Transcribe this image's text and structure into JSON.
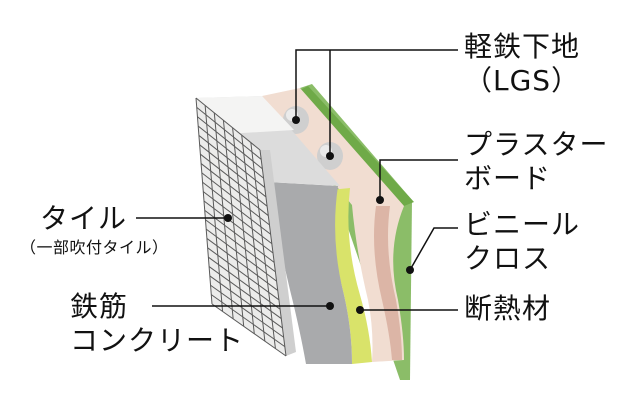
{
  "labels": {
    "lgs": "軽鉄下地\n（LGS）",
    "plasterboard": "プラスター\nボード",
    "vinyl_cloth": "ビニール\nクロス",
    "insulation": "断熱材",
    "tile": "タイル",
    "tile_note": "（一部吹付タイル）",
    "concrete": "鉄筋\nコンクリート"
  },
  "colors": {
    "vinyl_cloth": "#8bbd68",
    "plasterboard": "#f1ddd1",
    "insulation": "#d9e36a",
    "concrete": "#a9aaac",
    "tile": "#ececeb",
    "leader": "#111111"
  }
}
